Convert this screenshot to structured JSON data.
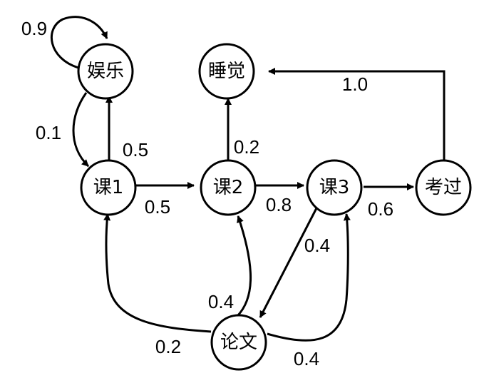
{
  "nodes": [
    {
      "id": "yule",
      "label": "娱乐"
    },
    {
      "id": "shuijiao",
      "label": "睡觉"
    },
    {
      "id": "ke1",
      "label": "课1"
    },
    {
      "id": "ke2",
      "label": "课2"
    },
    {
      "id": "ke3",
      "label": "课3"
    },
    {
      "id": "kaoguo",
      "label": "考过"
    },
    {
      "id": "lunwen",
      "label": "论文"
    }
  ],
  "edges": [
    {
      "id": "yule-yule",
      "from": "娱乐",
      "to": "娱乐",
      "label": "0.9"
    },
    {
      "id": "yule-ke1",
      "from": "娱乐",
      "to": "课1",
      "label": "0.1"
    },
    {
      "id": "ke1-yule",
      "from": "课1",
      "to": "娱乐",
      "label": "0.5"
    },
    {
      "id": "ke1-ke2",
      "from": "课1",
      "to": "课2",
      "label": "0.5"
    },
    {
      "id": "ke2-shuijiao",
      "from": "课2",
      "to": "睡觉",
      "label": "0.2"
    },
    {
      "id": "ke2-ke3",
      "from": "课2",
      "to": "课3",
      "label": "0.8"
    },
    {
      "id": "ke3-kaoguo",
      "from": "课3",
      "to": "考过",
      "label": "0.6"
    },
    {
      "id": "kaoguo-shuijiao",
      "from": "考过",
      "to": "睡觉",
      "label": "1.0"
    },
    {
      "id": "ke3-lunwen",
      "from": "课3",
      "to": "论文",
      "label": "0.4"
    },
    {
      "id": "lunwen-ke1",
      "from": "论文",
      "to": "课1",
      "label": "0.2"
    },
    {
      "id": "lunwen-ke2",
      "from": "论文",
      "to": "课2",
      "label": "0.4"
    },
    {
      "id": "lunwen-ke3",
      "from": "论文",
      "to": "课3",
      "label": "0.4"
    }
  ]
}
